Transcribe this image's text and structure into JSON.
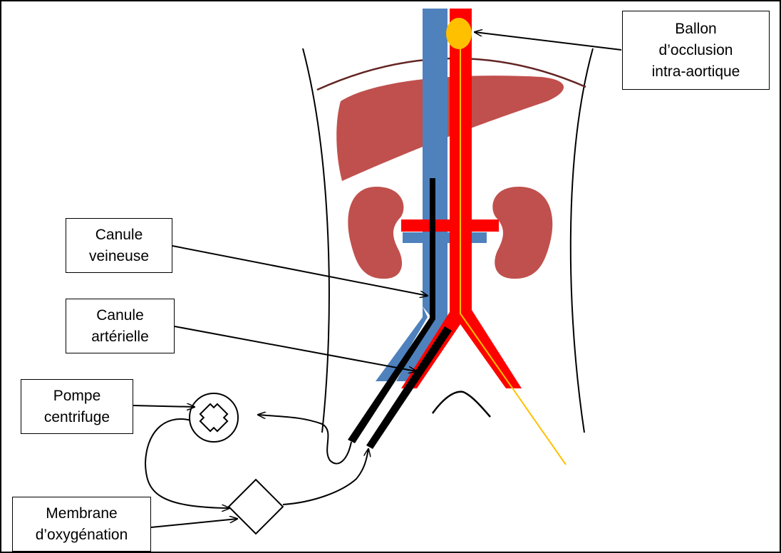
{
  "labels": {
    "balloon": [
      "Ballon",
      "d’occlusion",
      "intra-aortique"
    ],
    "venous_cannula": [
      "Canule",
      "veineuse"
    ],
    "arterial_cannula": [
      "Canule",
      "artérielle"
    ],
    "pump": [
      "Pompe",
      "centrifuge"
    ],
    "membrane": [
      "Membrane",
      "d’oxygénation"
    ]
  },
  "colors": {
    "vein": "#4f81bd",
    "artery": "#ff0000",
    "organ": "#c0504d",
    "balloon": "#ffc000",
    "cannula": "#000000",
    "diaphragm": "#632523"
  }
}
